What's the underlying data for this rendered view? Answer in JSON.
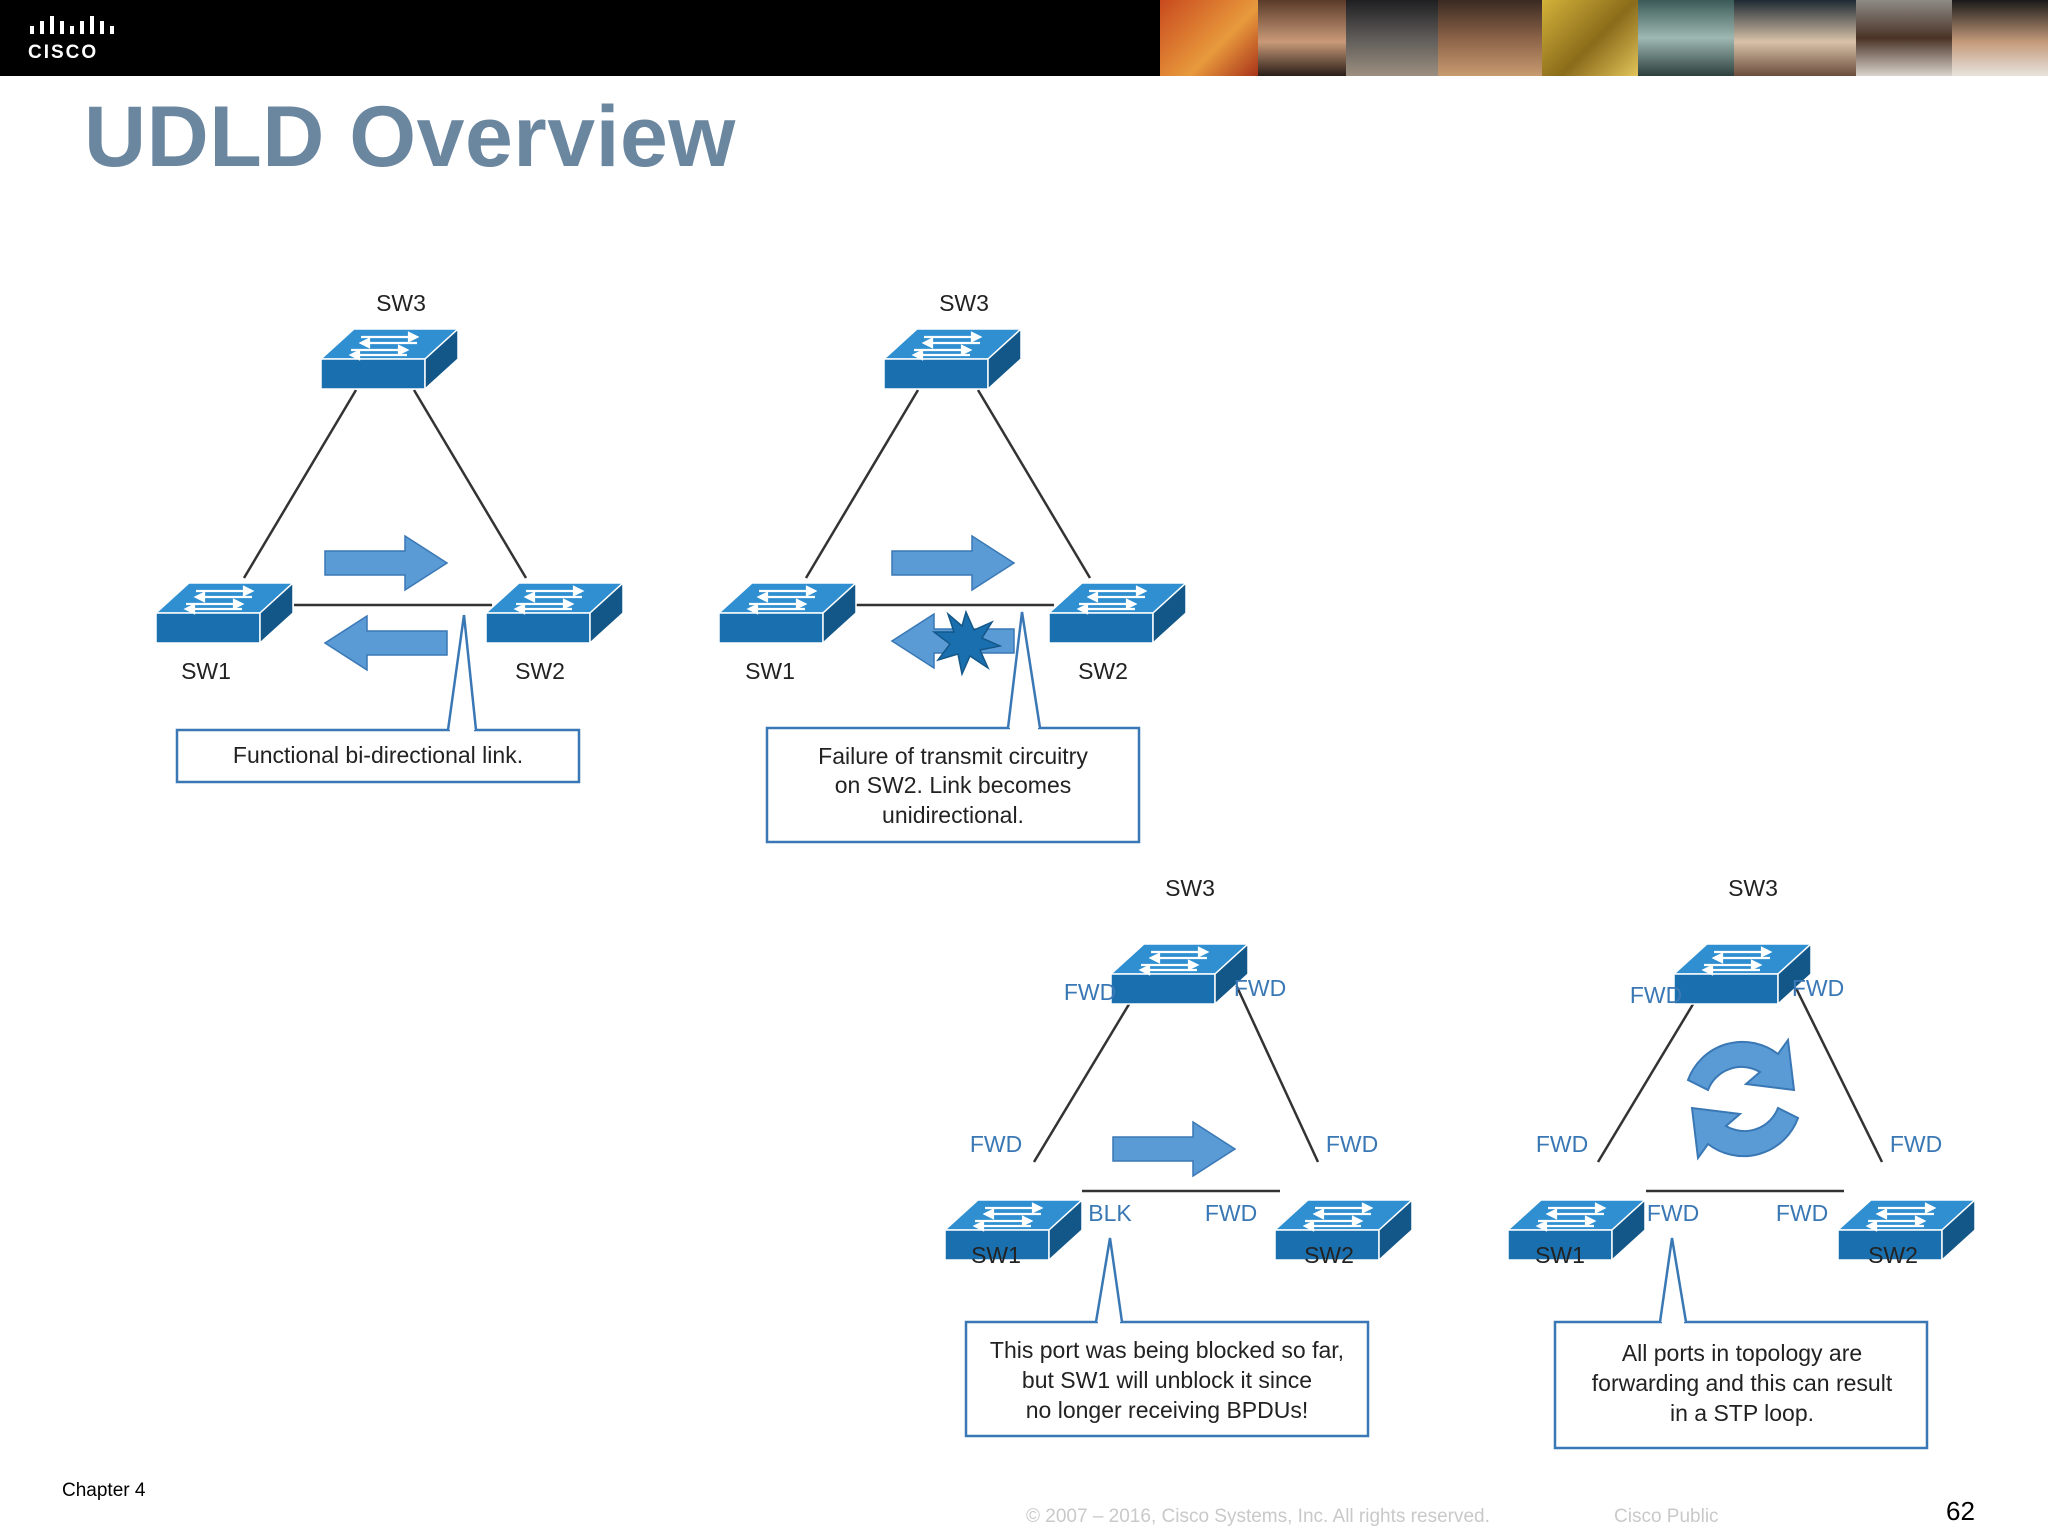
{
  "header": {
    "logo_text": "CISCO",
    "icon": "cisco-logo-icon"
  },
  "title": "UDLD Overview",
  "footer": {
    "chapter": "Chapter 4",
    "copyright": "© 2007 – 2016, Cisco Systems, Inc. All rights reserved.",
    "classification": "Cisco Public",
    "page": "62"
  },
  "colors": {
    "switch": "#1a6fae",
    "switch_dark": "#135789",
    "arrow": "#5b9bd5",
    "callout_border": "#3a78b5",
    "label_blue": "#3a78b5",
    "title": "#6b87a0"
  },
  "diagrams": {
    "d1": {
      "sw3": "SW3",
      "sw1": "SW1",
      "sw2": "SW2",
      "callout": [
        "Functional bi-directional link."
      ]
    },
    "d2": {
      "sw3": "SW3",
      "sw1": "SW1",
      "sw2": "SW2",
      "callout": [
        "Failure of transmit circuitry",
        "on SW2. Link becomes",
        "unidirectional."
      ]
    },
    "d3": {
      "sw3": "SW3",
      "sw1": "SW1",
      "sw2": "SW2",
      "sw3_left": "FWD",
      "sw3_right": "FWD",
      "sw1_top": "FWD",
      "sw2_top": "FWD",
      "sw1_right": "BLK",
      "sw2_left": "FWD",
      "callout": [
        "This port was being blocked so far,",
        "but SW1 will unblock it since",
        "no longer receiving BPDUs!"
      ]
    },
    "d4": {
      "sw3": "SW3",
      "sw1": "SW1",
      "sw2": "SW2",
      "sw3_left": "FWD",
      "sw3_right": "FWD",
      "sw1_top": "FWD",
      "sw2_top": "FWD",
      "sw1_right": "FWD",
      "sw2_left": "FWD",
      "callout": [
        "All ports in topology are",
        "forwarding and this can result",
        "in a STP loop."
      ]
    }
  }
}
